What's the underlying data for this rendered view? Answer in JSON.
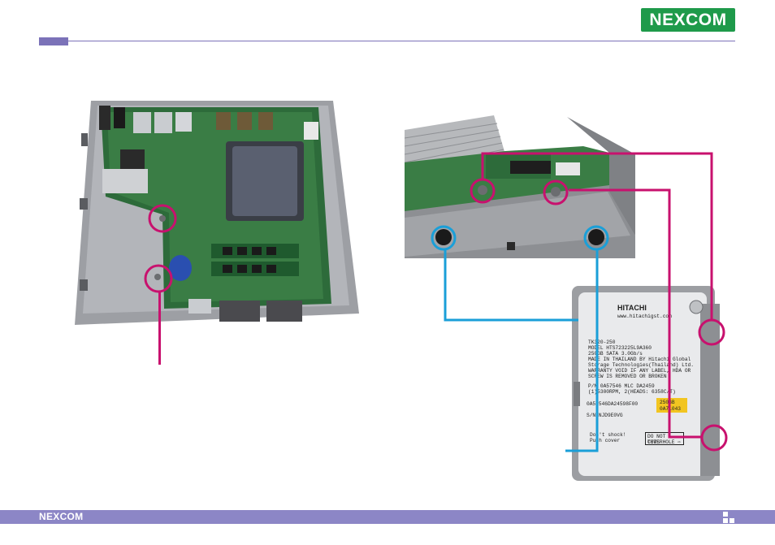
{
  "header": {
    "brand_logo_text": "NEXCOM",
    "colors": {
      "logo_green": "#1e9a4a",
      "rule_purple": "#7b72b8"
    }
  },
  "footer": {
    "brand_logo_text": "NEXCOM",
    "colors": {
      "bar": "#8c86c6"
    }
  },
  "figures": {
    "mainboard_photo": {
      "icon": "chassis-mainboard-photo"
    },
    "chassis_side_photo": {
      "icon": "chassis-side-photo"
    },
    "hdd_photo": {
      "icon": "hard-drive-photo",
      "label": {
        "brand": "HITACHI",
        "website": "www.hitachigst.com",
        "model_line1": "TK320-250",
        "model_line2": "MODEL HTS723225L9A360",
        "capacity_line": "250GB  SATA 3.0Gb/s",
        "made_in": "MADE IN THAILAND BY Hitachi Global",
        "storage": "Storage Technologies(Thailand) Ltd.",
        "warranty": "WARRANTY VOID IF ANY LABEL, HDA OR",
        "screw": "SCREW IS REMOVED OR BROKEN",
        "part": "P/N 0A57546    MLC DA2459",
        "heads": "(1)5300RPM, 2(HEADS: 6358C/T)",
        "serial_barcode": "0A57546DA24598F00",
        "sticker_cap": "250GB",
        "sticker_code": "0A71043",
        "serial": "S/N NJD9E0VG",
        "dont_shock": "Don't shock!",
        "push_cover": "Push cover",
        "do_not_cover_1": "DO NOT COVER",
        "do_not_cover_2": "THIS HOLE ⇨"
      }
    },
    "callouts": {
      "magenta": "#c8116e",
      "blue": "#1a9fd8"
    }
  }
}
